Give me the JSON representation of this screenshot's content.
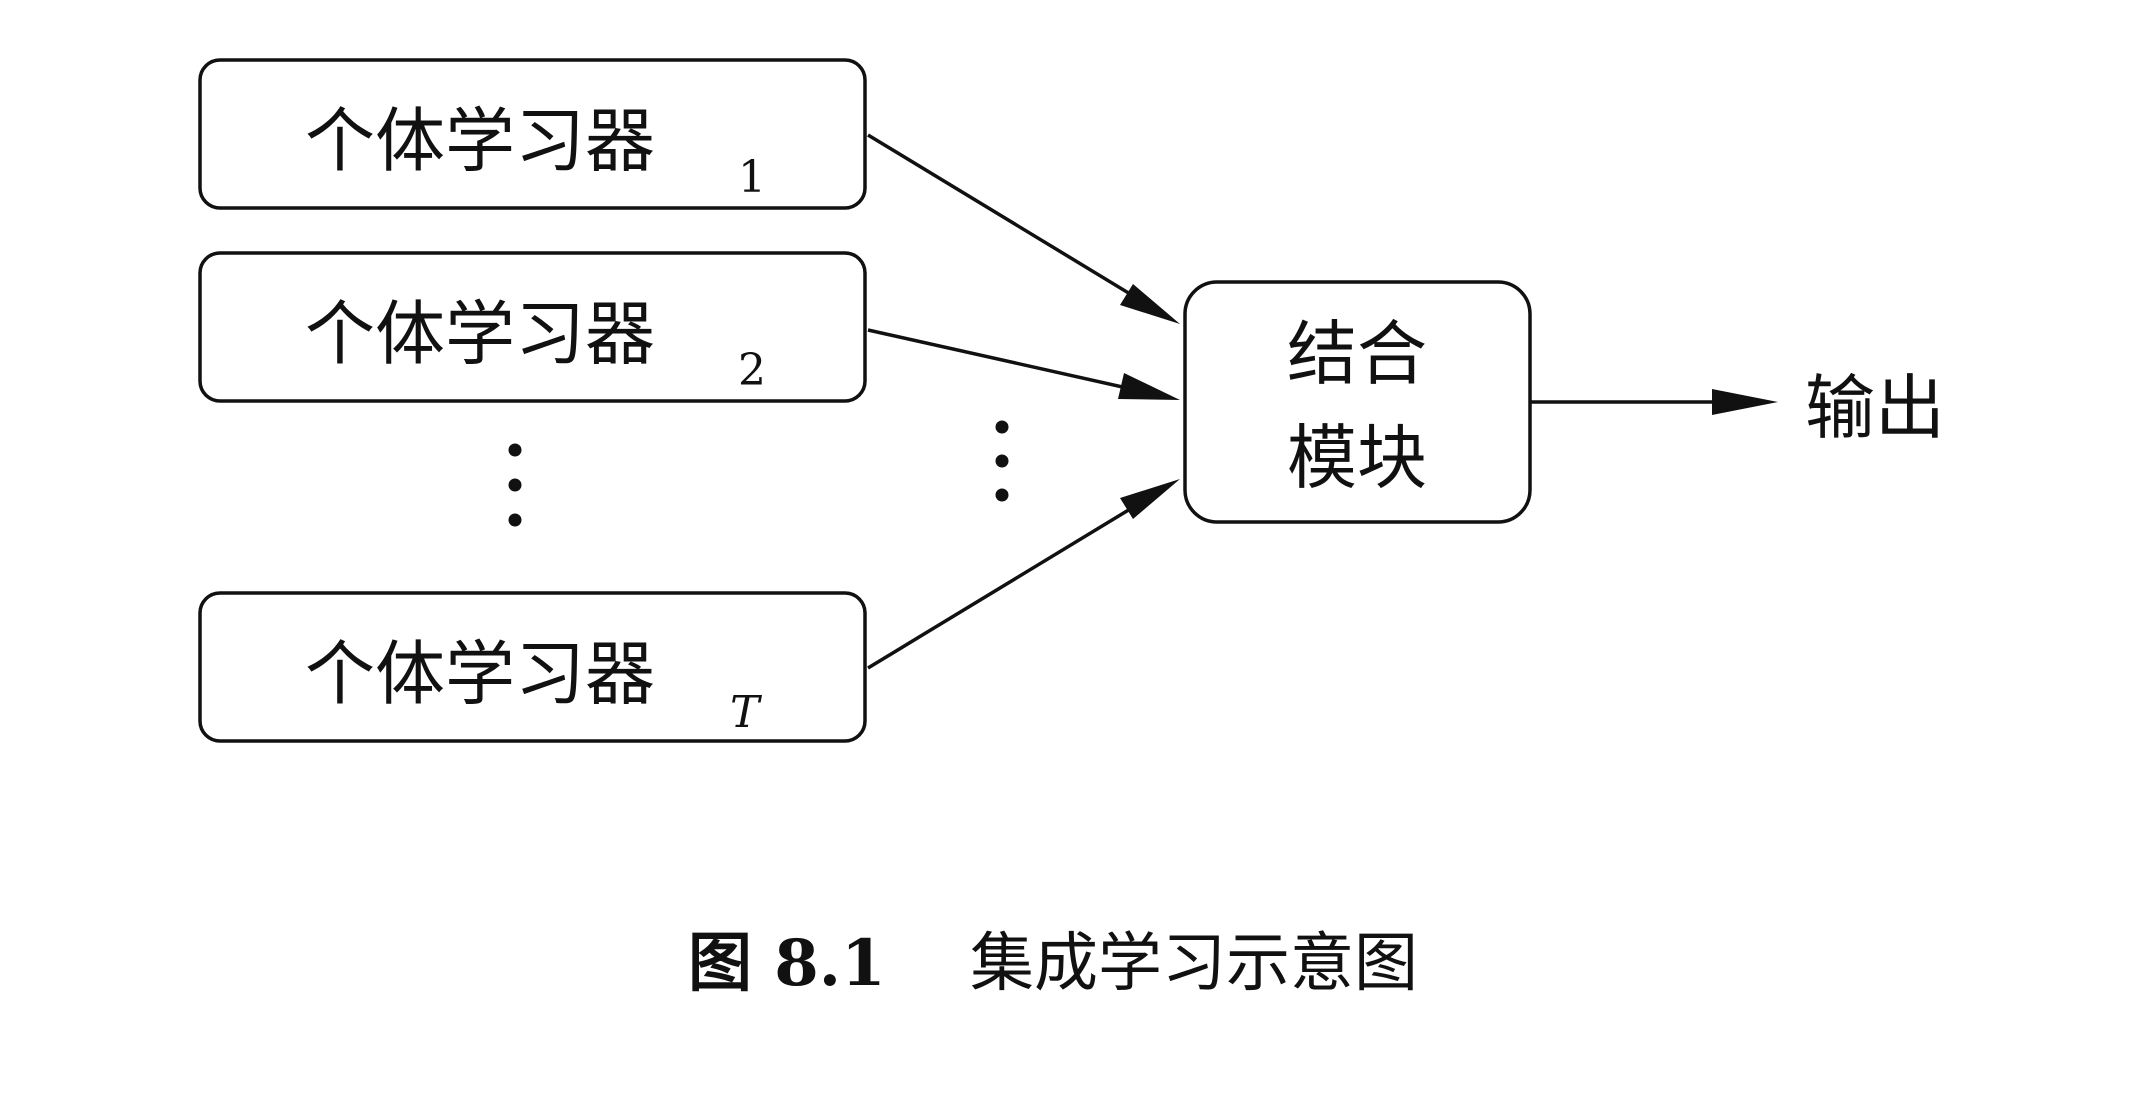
{
  "learners": [
    {
      "label": "个体学习器",
      "subscript": "1"
    },
    {
      "label": "个体学习器",
      "subscript": "2"
    },
    {
      "label": "个体学习器",
      "subscript": "T"
    }
  ],
  "combiner": {
    "line1": "结合",
    "line2": "模块"
  },
  "output_label": "输出",
  "caption": {
    "label": "图 8.1",
    "text": "集成学习示意图"
  }
}
